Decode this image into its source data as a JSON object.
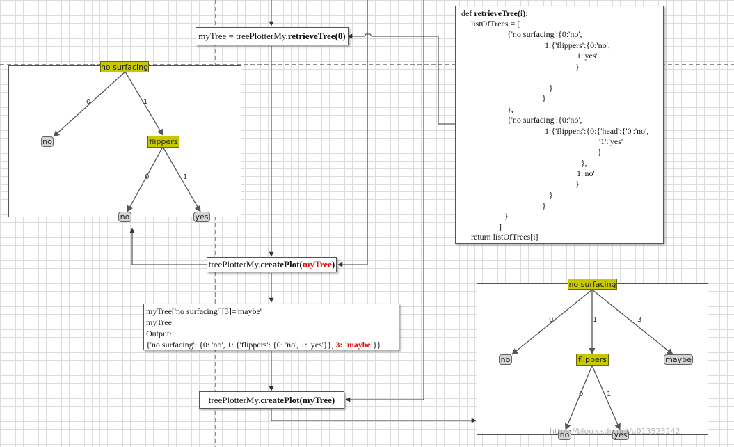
{
  "calls": {
    "retrieve": {
      "prefix": "myTree = treePlotterMy.",
      "method": "retrieveTree(0)"
    },
    "create1": {
      "prefix": "treePlotterMy.",
      "method": "createPlot(",
      "arg": "myTree",
      "close": ")"
    },
    "create2": {
      "prefix": "treePlotterMy.",
      "method": "createPlot(myTree)"
    }
  },
  "output_box": {
    "line1": "myTree['no surfacing'][3]='maybe'",
    "line2": "myTree",
    "line3": "Output:",
    "line4_prefix": "{'no surfacing': {0: 'no', 1: {'flippers': {0: 'no', 1: 'yes'}}, ",
    "line4_red": "3: 'maybe'",
    "line4_suffix": "}}"
  },
  "code": {
    "def_keyword": "def ",
    "def_name": "retrieveTree(i):",
    "lines": [
      "listOfTrees = [",
      "{'no surfacing':{0:'no',",
      "1:{'flippers':{0:'no',",
      "1:'yes'",
      "}",
      "}",
      "}",
      "},",
      "{'no surfacing':{0:'no',",
      "1:{'flippers':{0:{'head':{'0':'no',",
      "'1':'yes'",
      "}",
      "},",
      "1:'no'",
      "}",
      "}",
      "}",
      "}",
      "]",
      "return listOfTrees[i]"
    ]
  },
  "tree1": {
    "root": "no surfacing",
    "mid": "flippers",
    "leaves": [
      "no",
      "no",
      "yes"
    ],
    "edges": [
      "0",
      "1",
      "0",
      "1"
    ]
  },
  "tree2": {
    "root": "no surfacing",
    "mid": "flippers",
    "leaves": [
      "no",
      "maybe",
      "no",
      "yes"
    ],
    "edges": [
      "0",
      "1",
      "3",
      "0",
      "1"
    ]
  },
  "watermark": "https://blog.csdn.net/u013523242",
  "colors": {
    "decision": "#c8c800",
    "leaf": "#d4d4d4",
    "highlight": "#e01010"
  }
}
